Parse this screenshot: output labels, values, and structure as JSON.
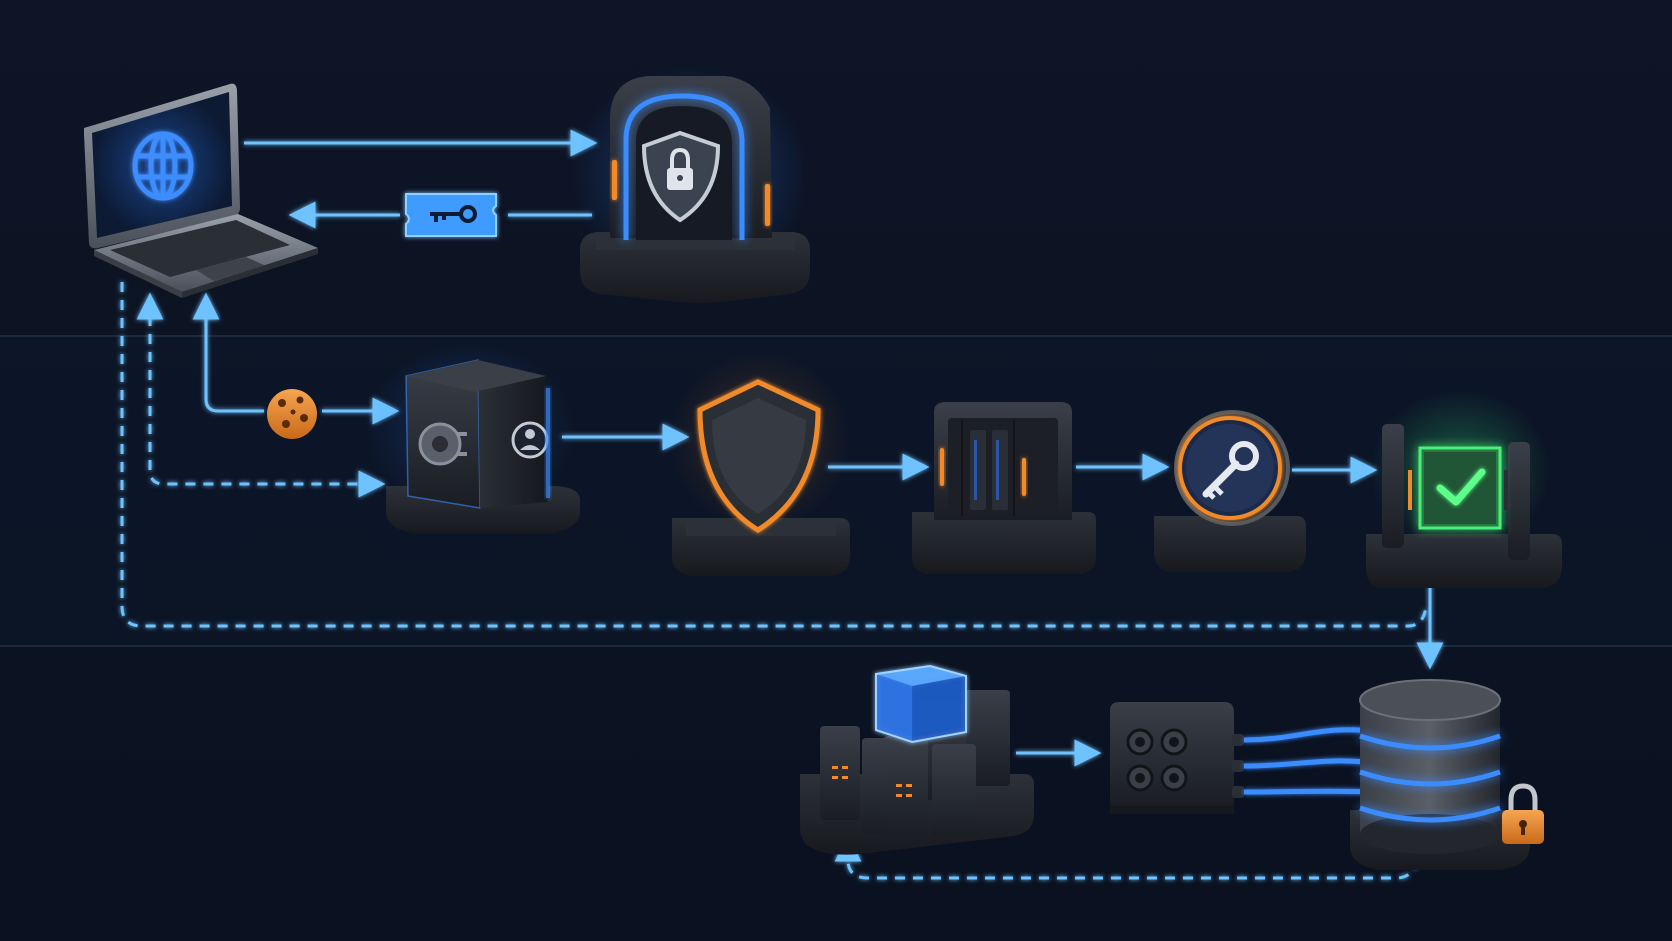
{
  "theme": {
    "background": "#0c1424",
    "band_line": "#1c2a3e",
    "flow_blue": "#6ec3ff",
    "glow_blue": "#3b8cff",
    "accent_orange": "#f08a2a",
    "accent_green": "#36e06a",
    "device_dark": "#22262e"
  },
  "nodes": [
    {
      "id": "laptop",
      "icon": "laptop-globe-icon"
    },
    {
      "id": "auth-gateway",
      "icon": "shield-lock-gate-icon"
    },
    {
      "id": "access-token",
      "icon": "key-ticket-icon"
    },
    {
      "id": "session-cookie",
      "icon": "cookie-icon"
    },
    {
      "id": "session-vault",
      "icon": "vault-user-icon"
    },
    {
      "id": "security-shield",
      "icon": "shield-icon"
    },
    {
      "id": "server-module",
      "icon": "server-cabinet-icon"
    },
    {
      "id": "key-verifier",
      "icon": "key-disc-icon"
    },
    {
      "id": "access-check",
      "icon": "checkmark-gate-icon"
    },
    {
      "id": "server-cluster",
      "icon": "server-cluster-icon"
    },
    {
      "id": "connector-hub",
      "icon": "port-hub-icon"
    },
    {
      "id": "database",
      "icon": "database-lock-icon"
    }
  ]
}
